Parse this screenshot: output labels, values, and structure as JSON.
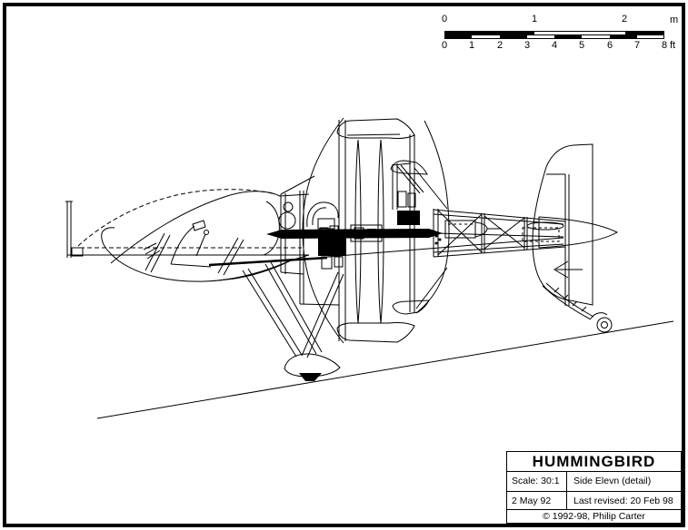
{
  "scale_bar": {
    "meter_ticks": [
      "0",
      "1",
      "2"
    ],
    "meter_unit": "m",
    "feet_ticks": [
      "0",
      "1",
      "2",
      "3",
      "4",
      "5",
      "6",
      "7",
      "8"
    ],
    "feet_unit": "ft"
  },
  "title_block": {
    "title": "HUMMINGBIRD",
    "scale": "Scale: 30:1",
    "view": "Side Elevn (detail)",
    "date": "2 May 92",
    "revised": "Last revised: 20 Feb 98",
    "copyright": "© 1992-98, Philip Carter"
  },
  "colors": {
    "ink": "#000000",
    "paper": "#ffffff"
  }
}
